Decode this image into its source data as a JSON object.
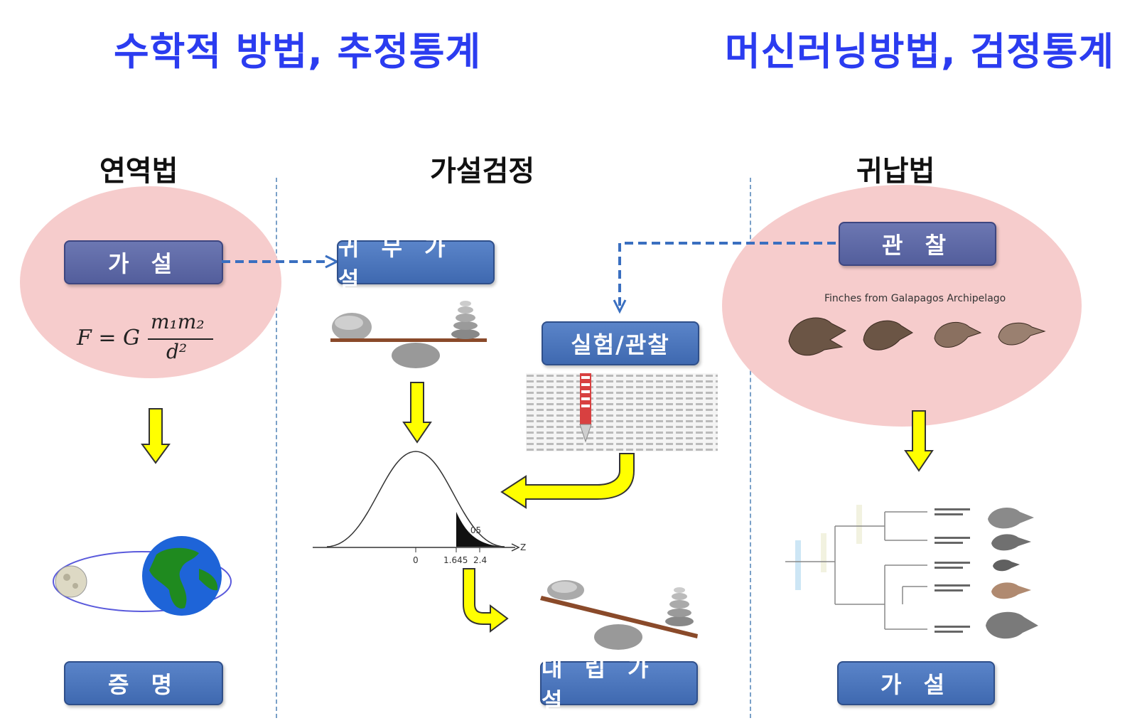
{
  "header": {
    "left_title": "수학적 방법, 추정통계",
    "right_title": "머신러닝방법, 검정통계"
  },
  "sections": {
    "deduction": "연역법",
    "hypothesis_testing": "가설검정",
    "induction": "귀납법"
  },
  "boxes": {
    "hypothesis_left": "가 설",
    "proof": "증 명",
    "null_hypothesis": "귀 무 가 설",
    "experiment": "실험/관찰",
    "alternative": "대 립 가 설",
    "observation": "관 찰",
    "hypothesis_right": "가 설"
  },
  "formula": {
    "lhs": "F = G",
    "numerator": "m₁m₂",
    "denominator": "d²"
  },
  "finches": {
    "title": "Finches from Galapagos Archipelago"
  },
  "normal_plot": {
    "alpha_label": ".05",
    "z_label": "Z",
    "ticks": [
      "0",
      "1.645",
      "2.4"
    ]
  },
  "colors": {
    "title_blue": "#2b3cf0",
    "box_blue": "#4a74bd",
    "box_purple": "#5f6aa8",
    "ellipse_pink": "#f6cccc",
    "arrow_yellow": "#ffff00",
    "dash_blue": "#3a6fc0"
  }
}
